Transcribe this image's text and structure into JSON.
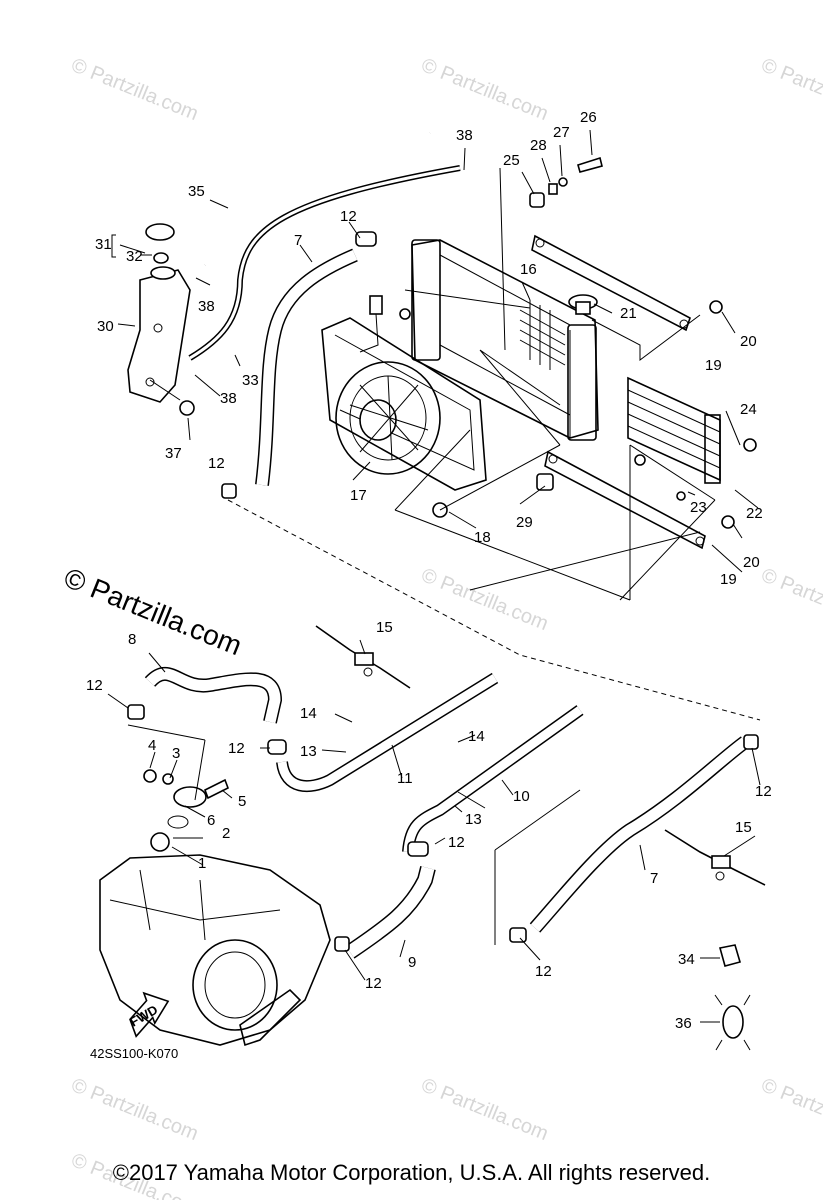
{
  "watermarks": [
    "© Partzilla.com",
    "© Partzilla.com",
    "© Partzilla.com",
    "© Partzilla.com",
    "© Partzilla.com",
    "© Partzilla.com",
    "© Partzilla.com",
    "© Partzilla.com",
    "© Partzilla.com"
  ],
  "watermark_main": "© Partzilla.com",
  "diagram_code": "42SS100-K070",
  "fwd_label": "FWD",
  "footer": "©2017 Yamaha Motor Corporation, U.S.A. All rights reserved.",
  "callouts": [
    "1",
    "2",
    "3",
    "4",
    "5",
    "6",
    "7",
    "7",
    "8",
    "9",
    "10",
    "11",
    "12",
    "12",
    "12",
    "12",
    "12",
    "12",
    "12",
    "12",
    "13",
    "13",
    "14",
    "14",
    "15",
    "15",
    "16",
    "17",
    "18",
    "19",
    "19",
    "20",
    "20",
    "21",
    "22",
    "23",
    "24",
    "25",
    "26",
    "27",
    "28",
    "29",
    "30",
    "31",
    "32",
    "33",
    "34",
    "35",
    "36",
    "37",
    "38",
    "38",
    "38"
  ]
}
